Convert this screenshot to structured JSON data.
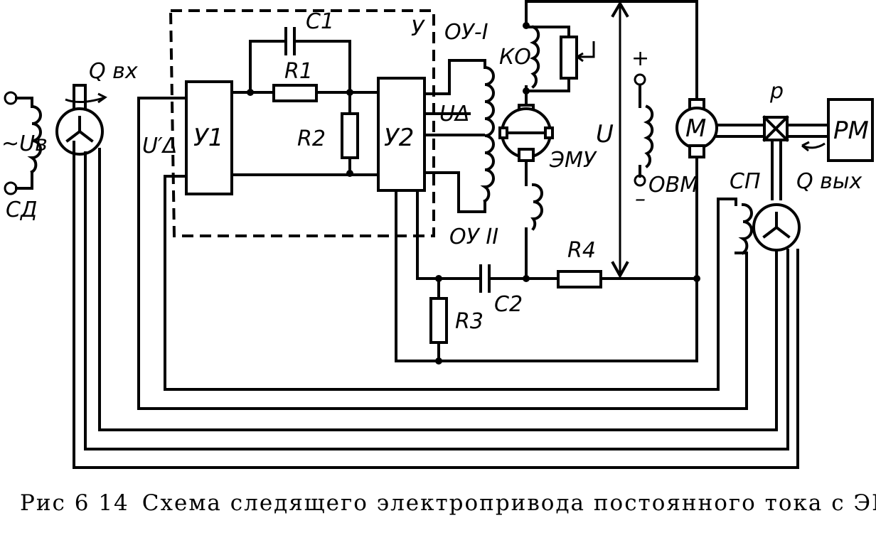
{
  "labels": {
    "c1": "С1",
    "r1": "R1",
    "r2": "R2",
    "r3": "R3",
    "r4": "R4",
    "c2": "С2",
    "y": "У",
    "y1": "У1",
    "y2": "У2",
    "ou1": "ОУ-I",
    "ou2": "ОУ II",
    "ko": "КО",
    "emu": "ЭМУ",
    "u": "U",
    "plus": "+",
    "minus": "–",
    "ovm": "ОВМ",
    "m": "М",
    "p": "р",
    "pm": "РМ",
    "sp": "СП",
    "q_in": "Q вх",
    "q_out": "Q вых",
    "u_b": "~Uв",
    "sd": "СД",
    "u_delta_prime": "U′Δ",
    "u_delta": "UΔ"
  },
  "caption": {
    "figure": "Рис 6 14",
    "text": "Схема следящего электропривода постоянного тока с ЭМУ"
  }
}
